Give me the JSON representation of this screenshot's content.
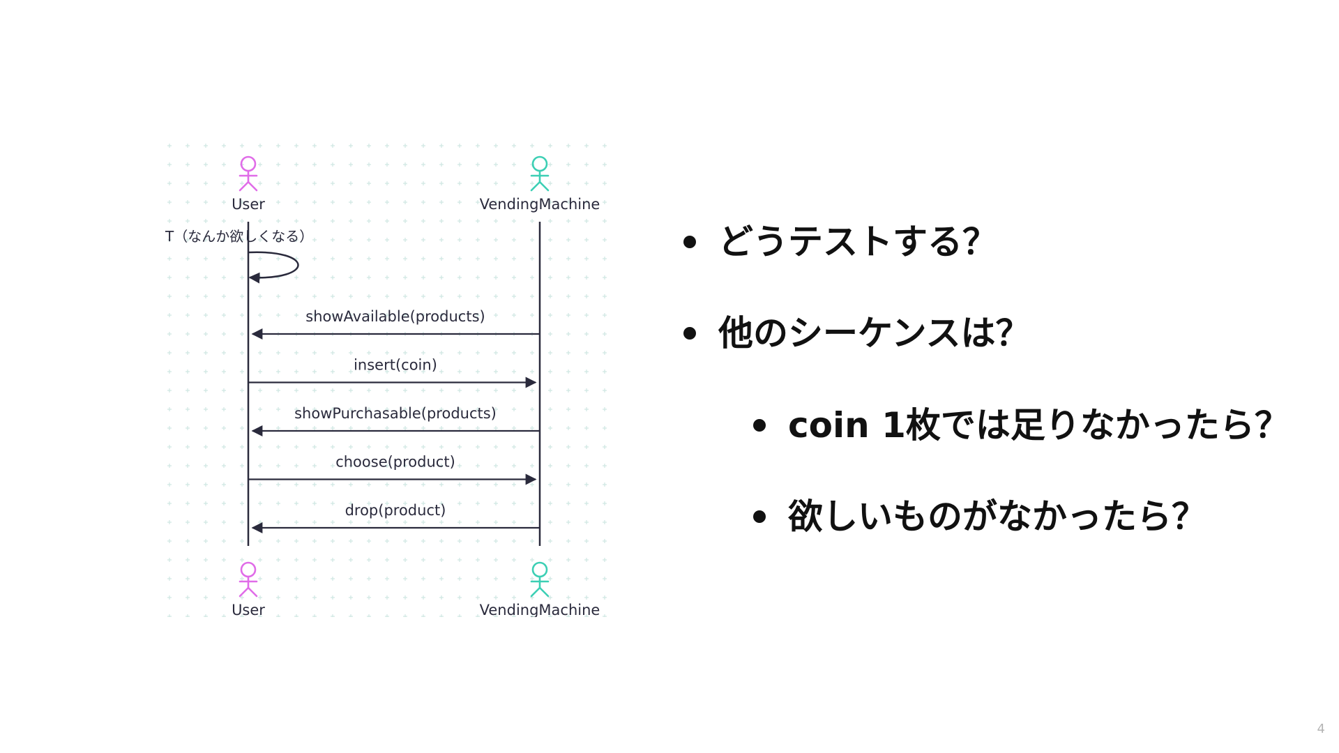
{
  "diagram": {
    "participants": [
      {
        "id": "user",
        "label": "User",
        "color": "#e06ce8"
      },
      {
        "id": "vm",
        "label": "VendingMachine",
        "color": "#3ccfb4"
      }
    ],
    "self_message": {
      "label": "T（なんか欲しくなる）"
    },
    "messages": [
      {
        "label": "showAvailable(products)",
        "from": "vm",
        "to": "user"
      },
      {
        "label": "insert(coin)",
        "from": "user",
        "to": "vm"
      },
      {
        "label": "showPurchasable(products)",
        "from": "vm",
        "to": "user"
      },
      {
        "label": "choose(product)",
        "from": "user",
        "to": "vm"
      },
      {
        "label": "drop(product)",
        "from": "vm",
        "to": "user"
      }
    ],
    "colors": {
      "line": "#2a2a3c",
      "grid": "#cfe7e2",
      "text": "#2a2a3c"
    }
  },
  "bullets": [
    {
      "text": "どうテストする？",
      "level": 1
    },
    {
      "text": "他のシーケンスは？",
      "level": 1
    },
    {
      "text": "coin 1枚では足りなかったら？",
      "level": 2
    },
    {
      "text": "欲しいものがなかったら？",
      "level": 2
    }
  ],
  "page_number": "4"
}
